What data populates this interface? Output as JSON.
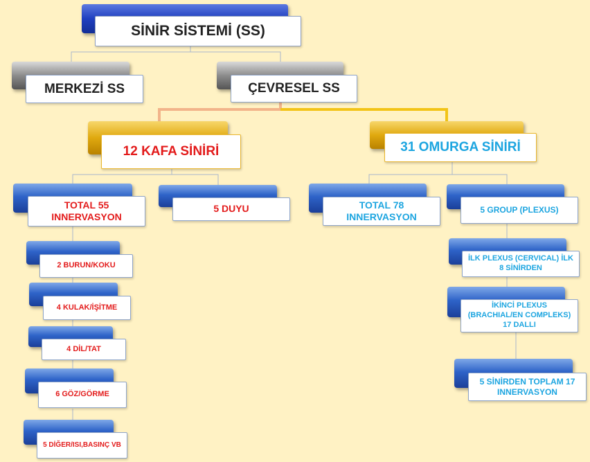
{
  "root": {
    "label": "SİNİR SİSTEMİ (SS)"
  },
  "level1": {
    "merkezi": "MERKEZİ SS",
    "cevresel": "ÇEVRESEL SS"
  },
  "level2": {
    "kafa": "12 KAFA SİNİRİ",
    "omurga": "31 OMURGA SİNİRİ"
  },
  "kafa_branch": {
    "total": "TOTAL 55 INNERVASYON",
    "duyu": "5 DUYU",
    "items": [
      "2 BURUN/KOKU",
      "4 KULAK/İŞİTME",
      "4 DİL/TAT",
      "6 GÖZ/GÖRME",
      "5 DİĞER/ISI,BASINÇ VB"
    ]
  },
  "omurga_branch": {
    "total": "TOTAL 78 INNERVASYON",
    "group": "5 GROUP (PLEXUS)",
    "items": [
      "İLK PLEXUS  (CERVICAL) İLK 8 SİNİRDEN",
      "İKİNCİ PLEXUS (BRACHIAL/EN COMPLEKS) 17 DALLI",
      "5 SİNİRDEN TOPLAM 17 INNERVASYON"
    ]
  },
  "colors": {
    "background": "#FFF2C4",
    "red": "#E31B1B",
    "cyan": "#1CA5E0",
    "gold": "#E0A90F",
    "salmon": "#F2B48A"
  }
}
